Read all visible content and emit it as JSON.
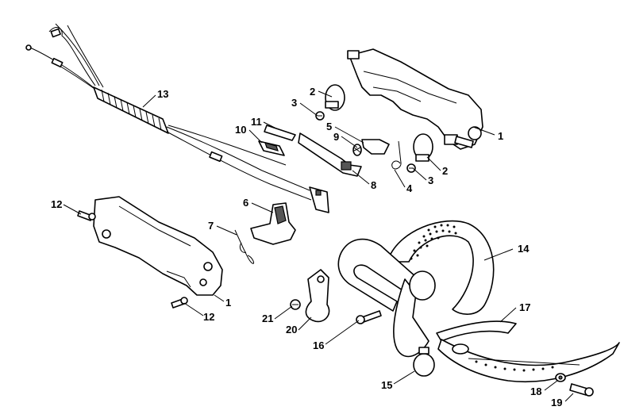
{
  "diagram": {
    "callouts": [
      "13",
      "2",
      "3",
      "1",
      "11",
      "10",
      "5",
      "9",
      "2",
      "3",
      "4",
      "8",
      "12",
      "6",
      "7",
      "1",
      "12",
      "14",
      "21",
      "20",
      "16",
      "17",
      "15",
      "18",
      "19"
    ]
  }
}
